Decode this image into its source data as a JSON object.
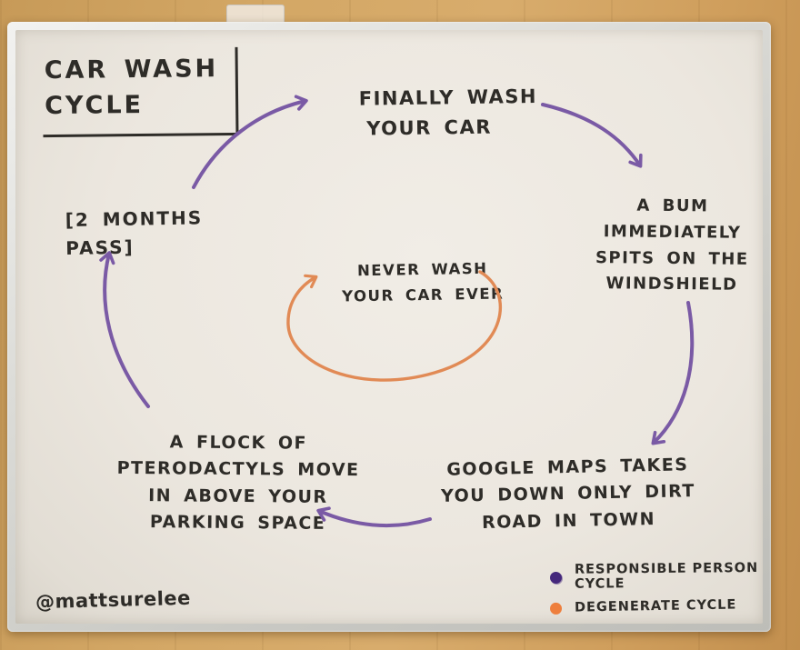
{
  "title": {
    "line1": "CAR WASH",
    "line2": "CYCLE"
  },
  "nodes": {
    "finally_wash": {
      "lines": [
        "FINALLY WASH",
        "YOUR CAR"
      ]
    },
    "bum": {
      "lines": [
        "A  BUM",
        "IMMEDIATELY",
        "SPITS ON THE",
        "WINDSHIELD"
      ]
    },
    "google_maps": {
      "lines": [
        "GOOGLE MAPS TAKES",
        "YOU DOWN ONLY DIRT",
        "ROAD IN TOWN"
      ]
    },
    "pterodactyls": {
      "lines": [
        "A FLOCK OF",
        "PTERODACTYLS MOVE",
        "IN ABOVE YOUR",
        "PARKING SPACE"
      ]
    },
    "two_months": {
      "lines": [
        "[2 MONTHS PASS]"
      ]
    },
    "never_wash": {
      "lines": [
        "NEVER WASH",
        "YOUR CAR EVER"
      ]
    }
  },
  "legend": {
    "items": [
      {
        "label": "RESPONSIBLE PERSON CYCLE",
        "color": "#45287c"
      },
      {
        "label": "DEGENERATE CYCLE",
        "color": "#ee7f3d"
      }
    ]
  },
  "signature": "@mattsurelee",
  "colors": {
    "arrow-purple": "#7a5aa5",
    "arrow-orange": "#e18a55",
    "legend-purple": "#45287c",
    "legend-orange": "#ee7f3d",
    "ink": "#2e2c28"
  }
}
